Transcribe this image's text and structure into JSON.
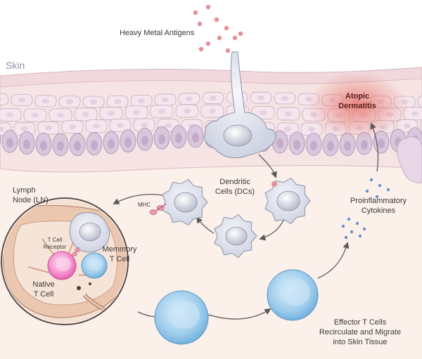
{
  "labels": {
    "antigens": "Heavy Metal Antigens",
    "skin": "Skin",
    "atopic_line1": "Atopic",
    "atopic_line2": "Dermatitis",
    "dc_line1": "Dendritic",
    "dc_line2": "Cells (DCs)",
    "mhc": "MHC",
    "lymph_line1": "Lymph",
    "lymph_line2": "Node (LN)",
    "tcr_line1": "T Cell",
    "tcr_line2": "Receptor",
    "memory_line1": "Memmory",
    "memory_line2": "T Cell",
    "native_line1": "Native",
    "native_line2": "T Cell",
    "cyto_line1": "Proinflammatory",
    "cyto_line2": "Cytokines",
    "effector_line1": "Effector T Cells",
    "effector_line2": "Recirculate and Migrate",
    "effector_line3": "into Skin Tissue"
  },
  "colors": {
    "background": "#fbf0ea",
    "dermis": "#f5ddd0",
    "epidermis_cell": "#f4e6ec",
    "basal_cell": "#d9c7dd",
    "inflammation": "#e8786e",
    "dendritic_cell": "#dfe3ee",
    "t_cell": "#8fc4e8",
    "native_t_cell": "#f07ac0",
    "antigen": "#e59096",
    "cytokine": "#6b8fd6",
    "arrow": "#5a5a5a"
  },
  "icons": {
    "antigen": "pink-dot",
    "cytokine": "blue-dot",
    "mhc": "pink-molecule"
  }
}
